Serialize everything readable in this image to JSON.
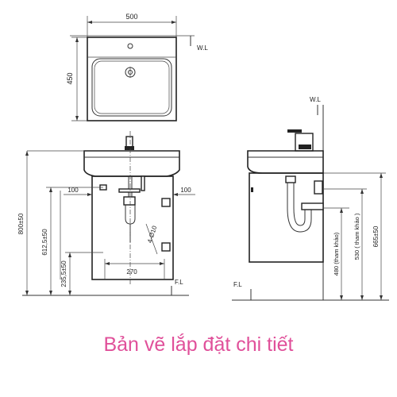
{
  "dimensions": {
    "basin_width": "500",
    "basin_depth": "450",
    "wl_top": "W.L",
    "wl_side": "W.L",
    "total_height": "800±50",
    "drain_height": "612,5±50",
    "low_height": "235,5±50",
    "offset_left": "100",
    "offset_right": "100",
    "hole_spacing": "270",
    "hole_spec": "4-Ø10",
    "fl_front": "F.L",
    "fl_side": "F.L",
    "trap_height_ref": "480 (tham khảo)",
    "trap_outlet_ref": "530 ( tham khảo )",
    "side_total": "665±50"
  },
  "caption": "Bản vẽ lắp đặt chi tiết"
}
